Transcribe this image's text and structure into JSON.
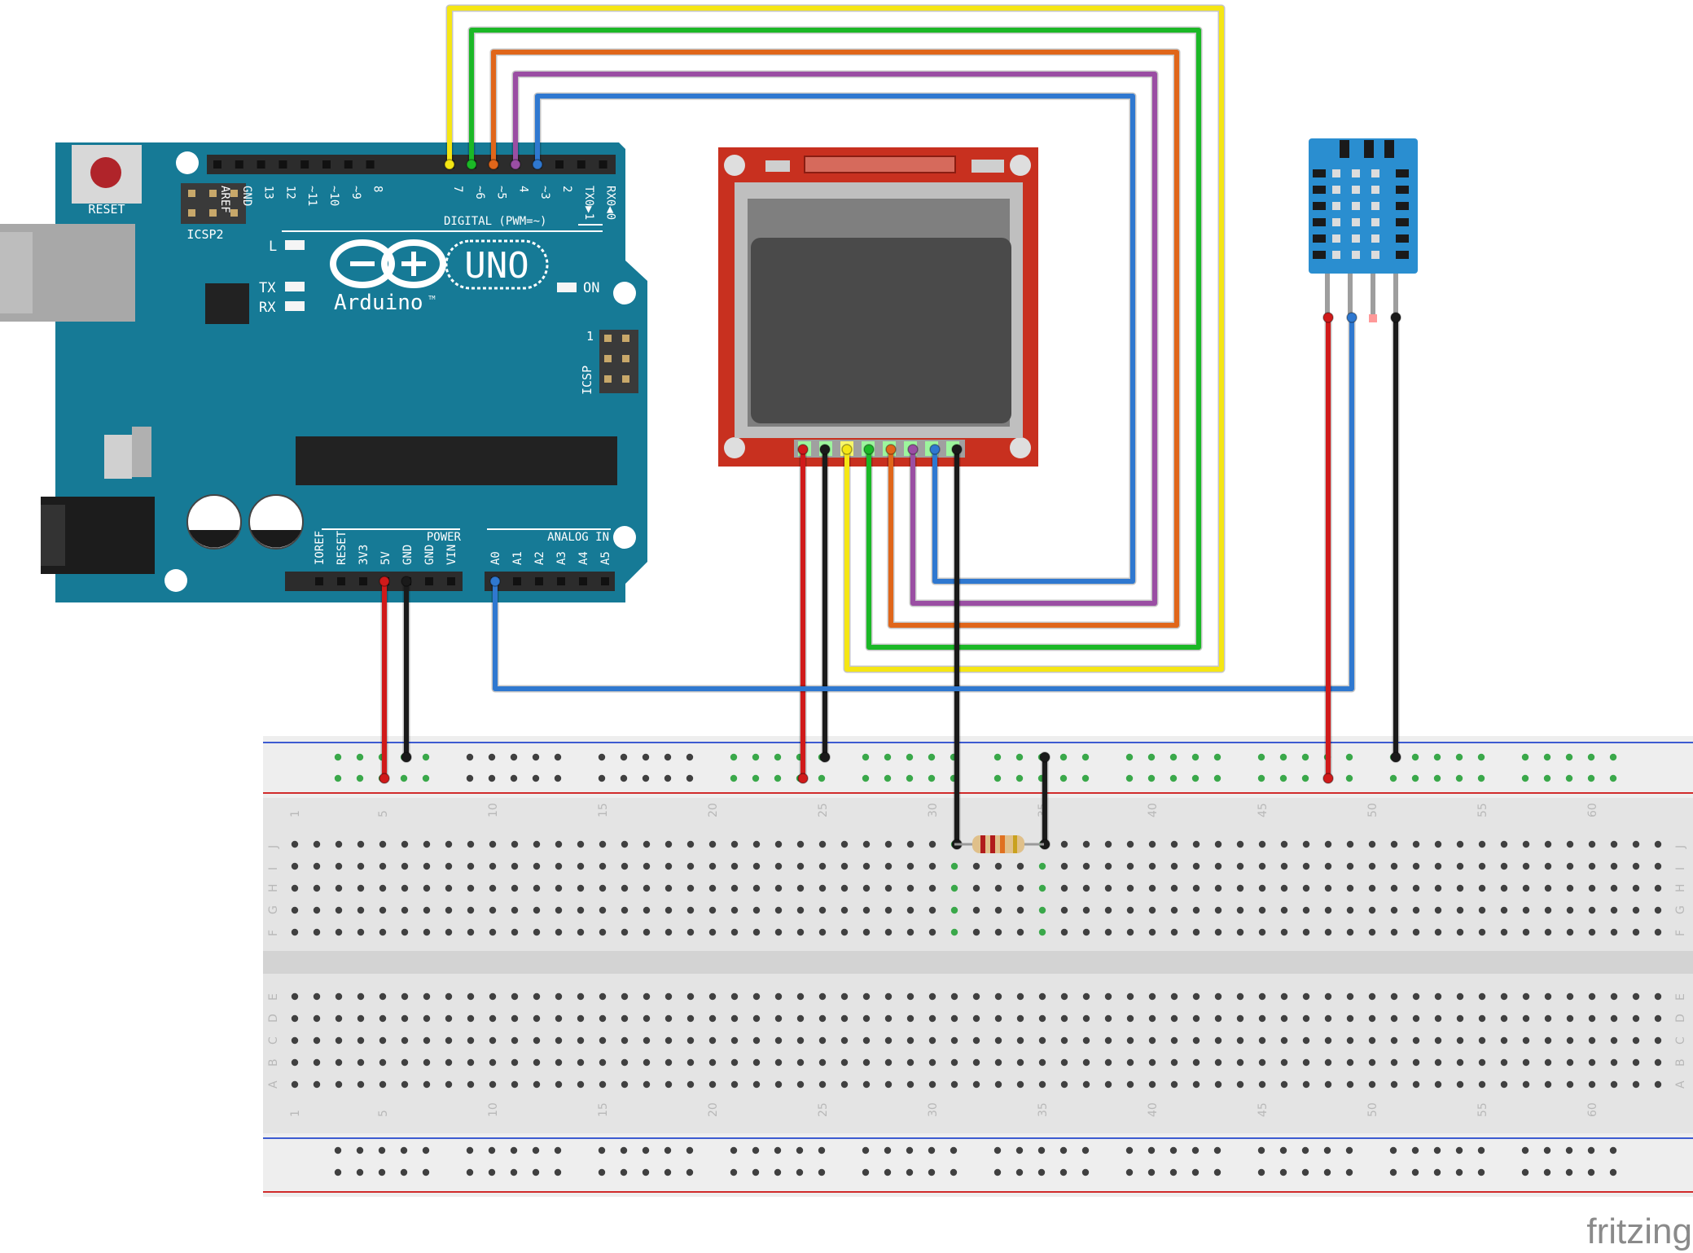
{
  "arduino": {
    "reset_label": "RESET",
    "icsp2_label": "ICSP2",
    "icsp_label": "ICSP",
    "icsp_pin1": "1",
    "l_label": "L",
    "tx_label": "TX",
    "rx_label": "RX",
    "on_label": "ON",
    "brand": "Arduino",
    "tm": "TM",
    "model": "UNO",
    "digital_label": "DIGITAL (PWM=~)",
    "power_label": "POWER",
    "analog_label": "ANALOG IN",
    "digital_pins": [
      "AREF",
      "GND",
      "13",
      "12",
      "~11",
      "~10",
      "~9",
      "8",
      "7",
      "~6",
      "~5",
      "4",
      "~3",
      "2",
      "TX0▶1",
      "RX0◀0"
    ],
    "power_pins": [
      "IOREF",
      "RESET",
      "3V3",
      "5V",
      "GND",
      "GND",
      "VIN"
    ],
    "analog_pins": [
      "A0",
      "A1",
      "A2",
      "A3",
      "A4",
      "A5"
    ]
  },
  "breadboard": {
    "column_numbers": [
      "1",
      "5",
      "10",
      "15",
      "20",
      "25",
      "30",
      "35",
      "40",
      "45",
      "50",
      "55",
      "60"
    ],
    "row_letters_top": [
      "J",
      "I",
      "H",
      "G",
      "F"
    ],
    "row_letters_bottom": [
      "E",
      "D",
      "C",
      "B",
      "A"
    ]
  },
  "wire_colors": {
    "yellow": "#f5e614",
    "green": "#1bb826",
    "orange": "#e0661a",
    "purple": "#9a4ea3",
    "blue": "#2f78d0",
    "red": "#d01a1a",
    "black": "#1a1a1a"
  },
  "components": [
    "arduino-uno-board",
    "nokia-5110-lcd",
    "dht11-sensor",
    "resistor",
    "breadboard"
  ],
  "watermark": "fritzing"
}
